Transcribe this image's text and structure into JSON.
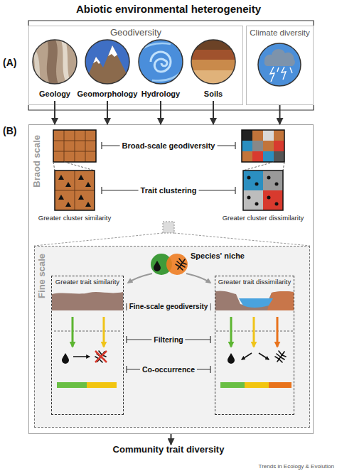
{
  "diagram": {
    "title": "Abiotic environmental heterogeneity",
    "nodes": [
      {
        "text": [
          "Geodiversity"
        ]
      },
      {
        "text": [
          "Geology"
        ],
        "in": 0
      },
      {
        "text": [
          "Geomorphology"
        ],
        "in": 0
      },
      {
        "text": [
          "Hydrology"
        ],
        "in": 0
      },
      {
        "text": [
          "Soils"
        ],
        "in": 0
      },
      {
        "text": [
          "Climate diversity"
        ]
      },
      {
        "text": [
          "Braod scale"
        ]
      },
      {
        "text": [
          "Fine scale"
        ],
        "in": 6
      },
      {
        "text": [
          "Greater trait similarity"
        ],
        "in": 7
      },
      {
        "text": [
          "Greater trait dissimilarity"
        ],
        "in": 7
      },
      {
        "text": [
          "Community trait diversity"
        ]
      }
    ],
    "edges": [
      {
        "from": 1,
        "to": 6,
        "arrow": "to"
      },
      {
        "from": 2,
        "to": 6,
        "arrow": "to"
      },
      {
        "from": 3,
        "to": 6,
        "arrow": "to"
      },
      {
        "from": 4,
        "to": 6,
        "arrow": "to"
      },
      {
        "from": 5,
        "to": 6,
        "arrow": "to"
      },
      {
        "from": 6,
        "to": 10,
        "arrow": "to"
      }
    ],
    "labels": [
      "(A)",
      "(B)",
      "Broad-scale geodiversity",
      "Trait clustering",
      "Greater cluster similarity",
      "Greater cluster dissimilarity",
      "Species' niche",
      "Fine-scale geodiversity",
      "Filtering",
      "Co-occurrence",
      "Trends in Ecology & Evolution"
    ]
  }
}
